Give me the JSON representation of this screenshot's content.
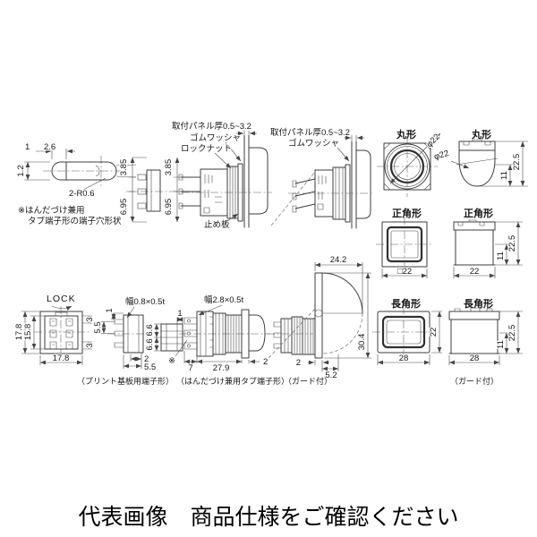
{
  "views": {
    "v1_hole": {
      "d1": "1",
      "d26": "2.6",
      "d12": "1.2",
      "r": "2-R0.6",
      "note1": "※はんだづけ兼用",
      "note2": "タブ端子形の端子穴形状"
    },
    "v2_terminals": {
      "d385": "3.85",
      "d695": "6.95"
    },
    "v3_panel": {
      "panel": "取付パネル厚0.5~3.2",
      "washer": "ゴムワッシャ",
      "locknut": "ロックナット",
      "stopper": "止め板",
      "d385": "3.85",
      "d695": "6.95"
    },
    "v4_panel2": {
      "panel": "取付パネル厚0.5~3.2",
      "washer": "ゴムワッシャ"
    },
    "v5_round_front": {
      "title": "丸形",
      "dia": "φ22"
    },
    "v6_round_side": {
      "title": "丸形",
      "dia": "φ22",
      "d11": "11",
      "d225": "22.5"
    },
    "v7_square_front": {
      "title": "正角形",
      "d22": "□22"
    },
    "v8_square_side": {
      "title": "正角形",
      "d22": "22",
      "d11": "11",
      "d225": "22.5"
    },
    "v9_lock": {
      "lock": "LOCK",
      "d178a": "17.8",
      "d158": "15.8",
      "d178b": "17.8",
      "d3a": "3",
      "d3b": "3"
    },
    "v10_pcb": {
      "w": "幅0.8×0.5t",
      "d55a": "5.5",
      "d1": "1",
      "d2": "2",
      "d55b": "5.5",
      "caption": "（プリント基板用端子形）"
    },
    "v11_detail": {
      "d66a": "6.6",
      "d66b": "6.6",
      "d1": "1"
    },
    "v12_tab": {
      "w": "幅2.8×0.5t",
      "ref": "※",
      "d7": "7",
      "d279": "27.9",
      "d2": "2",
      "caption": "（はんだづけ兼用タブ端子形）"
    },
    "v13_guard": {
      "d242": "24.2",
      "d304": "30.4",
      "d2": "2",
      "d52": "5.2",
      "caption": "（ガード付）"
    },
    "v14_rect_front": {
      "title": "長角形",
      "d28": "28",
      "d22": "22"
    },
    "v15_rect_side": {
      "title": "長角形",
      "d28": "28",
      "d11": "11",
      "d225": "22.5",
      "caption": "（ガード付）"
    }
  },
  "footer": {
    "caption": "代表画像　商品仕様をご確認ください"
  }
}
